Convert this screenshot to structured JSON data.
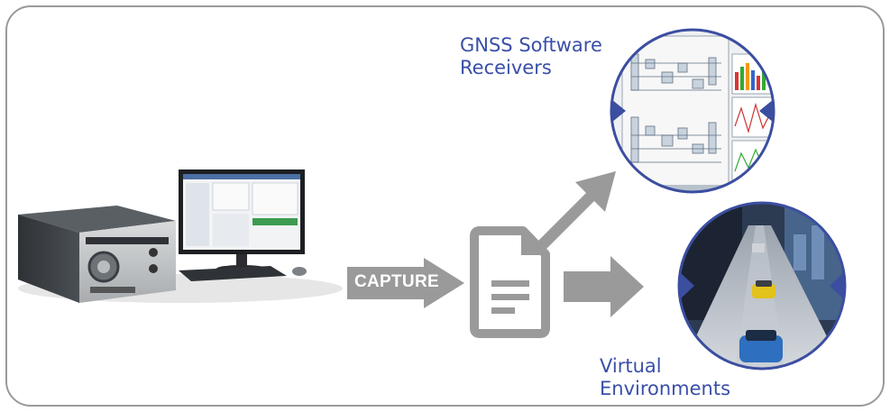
{
  "diagram": {
    "capture_label": "CAPTURE",
    "gnss_label_line1": "GNSS Software",
    "gnss_label_line2": "Receivers",
    "virtual_label_line1": "Virtual",
    "virtual_label_line2": "Environments"
  },
  "icons": {
    "hardware": "signal-generator-workstation-illustration",
    "file": "document-icon",
    "receiver_screenshot": "software-receiver-screenshot",
    "environment_render": "virtual-road-scene"
  },
  "colors": {
    "label_text": "#3a4fa8",
    "arrow_gray": "#9a9a9a",
    "circle_border": "#3b4ea0",
    "frame_border": "#9a9a9a"
  }
}
